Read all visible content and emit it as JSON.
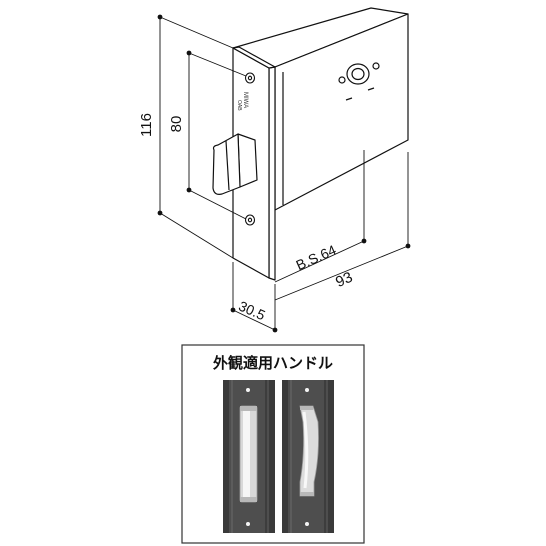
{
  "dimensions": {
    "total_height": "116",
    "screw_spacing": "80",
    "backset": "B.S.64",
    "case_depth": "93",
    "faceplate_width": "30.5"
  },
  "faceplate": {
    "brand": "MIWA",
    "model": "OAB"
  },
  "handles_panel": {
    "title": "外観適用ハンドル",
    "items": [
      "flat-pull-handle-icon",
      "curved-pull-handle-icon"
    ]
  },
  "colors": {
    "line": "#111111",
    "dimension_dot": "#111111",
    "panel_border": "#333333",
    "door_dark": "#3a3a3a",
    "door_mid": "#4e4e4e",
    "handle_chrome": "#e2e2e2"
  }
}
